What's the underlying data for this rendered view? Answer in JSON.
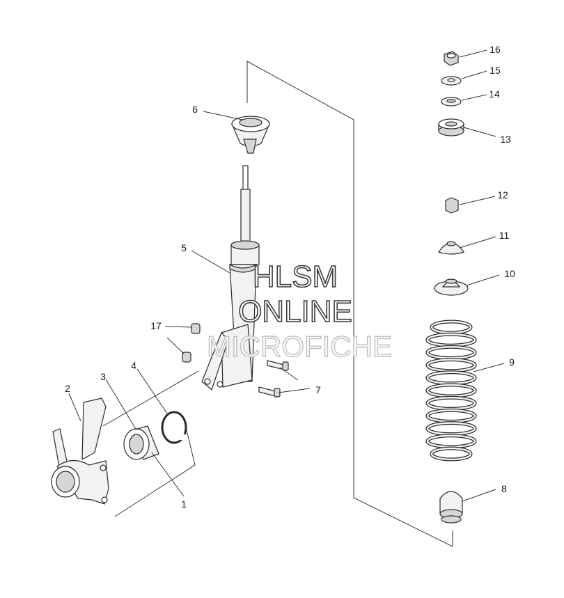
{
  "callouts": [
    "1",
    "2",
    "3",
    "4",
    "5",
    "6",
    "7",
    "8",
    "9",
    "10",
    "11",
    "12",
    "13",
    "14",
    "15",
    "16",
    "17"
  ],
  "watermark": {
    "line1": "HLSM",
    "line2": "ONLINE",
    "line3": "MICROFICHE"
  },
  "colors": {
    "stroke": "#2a2a2a",
    "fill_light": "#f2f2f2",
    "fill_dark": "#d6d6d6",
    "background": "#ffffff"
  }
}
